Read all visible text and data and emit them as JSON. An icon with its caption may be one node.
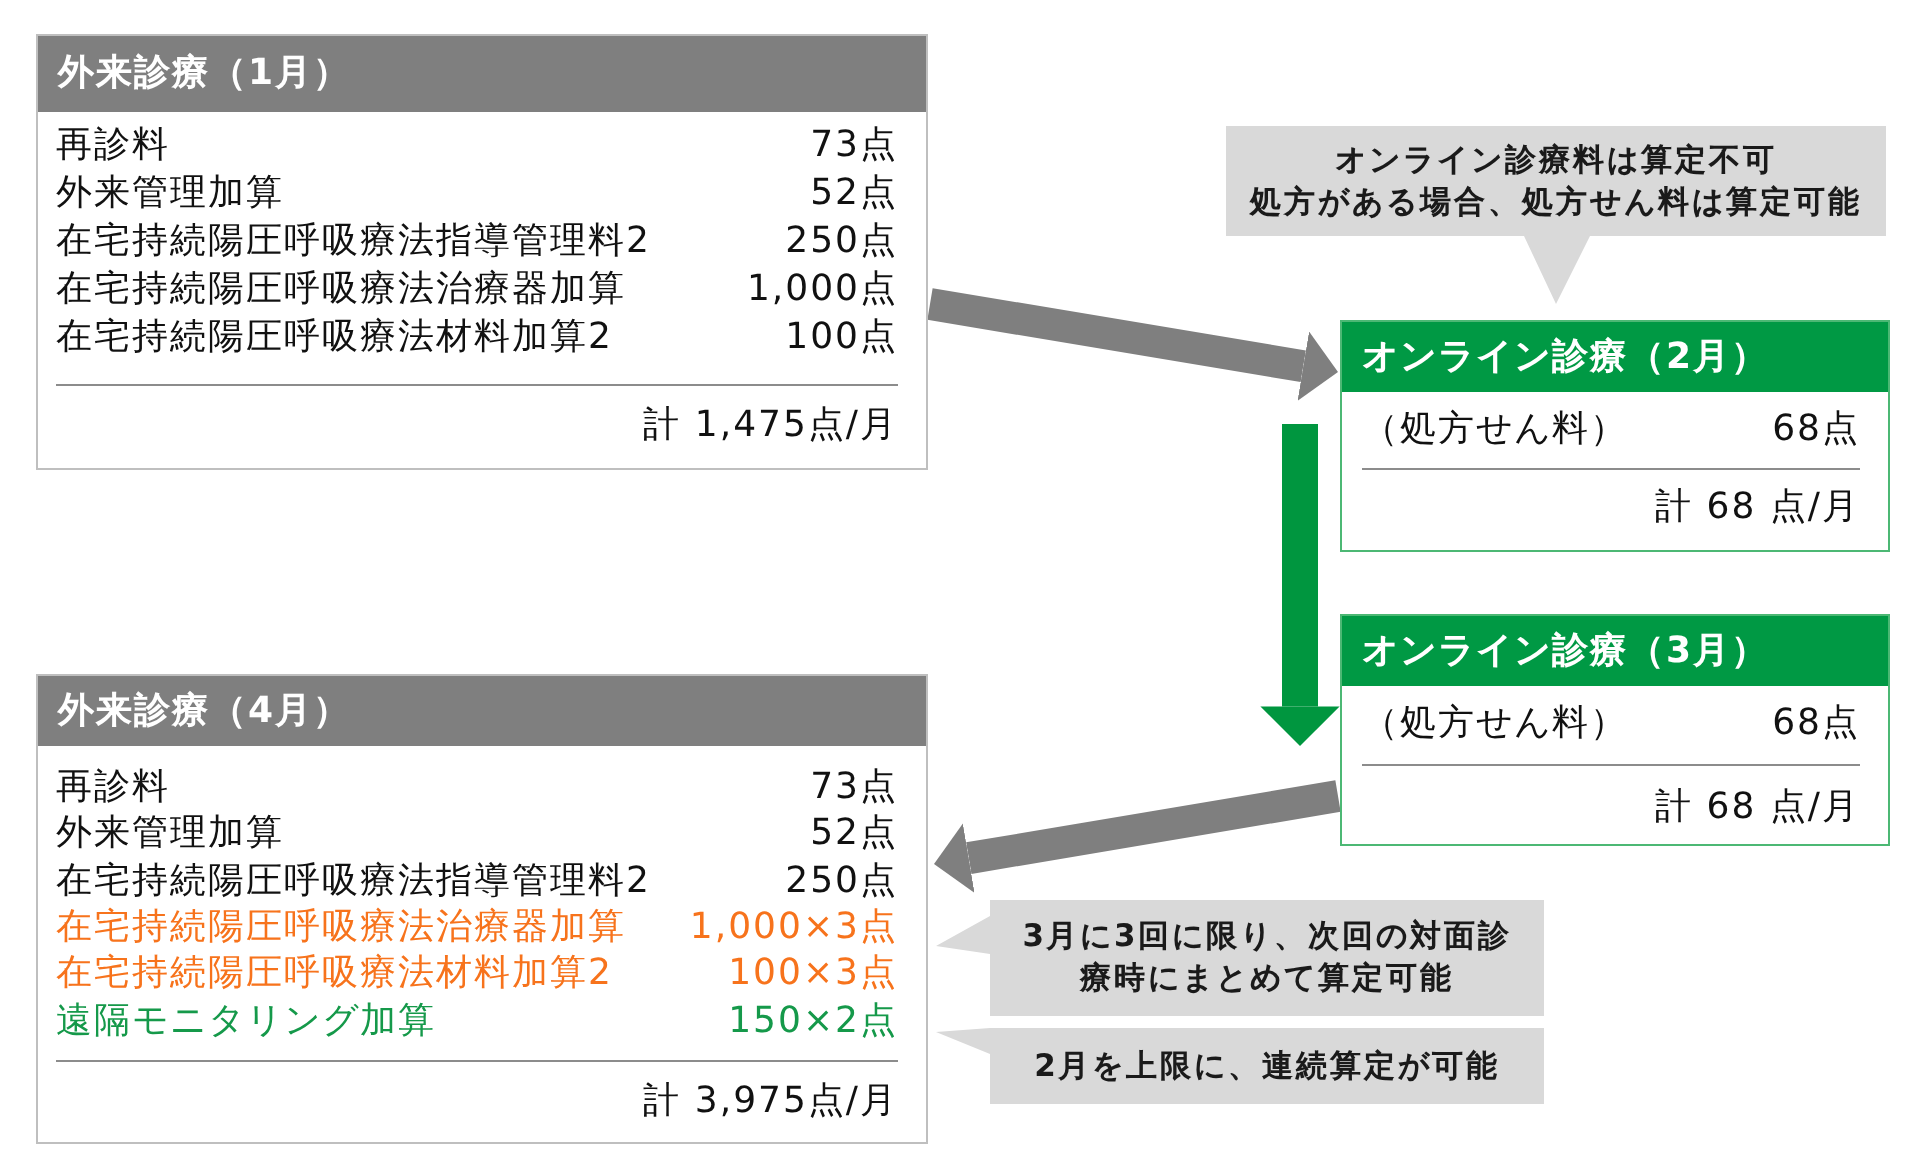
{
  "diagram": {
    "nodes": [
      {
        "text": [
          "外来診療（1月）",
          "再診料",
          "73点",
          "外来管理加算",
          "52点",
          "在宅持続陽圧呼吸療法指導管理料2",
          "250点",
          "在宅持続陽圧呼吸療法治療器加算",
          "1,000点",
          "在宅持続陽圧呼吸療法材料加算2",
          "100点",
          "計 1,475点/月"
        ]
      },
      {
        "text": [
          "オンライン診療料は算定不可",
          "処方がある場合、処方せん料は算定可能"
        ]
      },
      {
        "text": [
          "オンライン診療（2月）",
          "（処方せん料）",
          "68点",
          "計 68 点/月"
        ]
      },
      {
        "text": [
          "オンライン診療（3月）",
          "（処方せん料）",
          "68点",
          "計 68 点/月"
        ]
      },
      {
        "text": [
          "外来診療（4月）",
          "再診料",
          "73点",
          "外来管理加算",
          "52点",
          "在宅持続陽圧呼吸療法指導管理料2",
          "250点",
          "在宅持続陽圧呼吸療法治療器加算",
          "1,000×3点",
          "在宅持続陽圧呼吸療法材料加算2",
          "100×3点",
          "遠隔モニタリング加算",
          "150×2点",
          "計 3,975点/月"
        ]
      },
      {
        "text": [
          "3月に3回に限り、次回の対面診療時にまとめて算定可能"
        ]
      },
      {
        "text": [
          "2月を上限に、連続算定が可能"
        ]
      }
    ],
    "edges": [
      {
        "from": 0,
        "to": 2,
        "arrow": "to"
      },
      {
        "from": 2,
        "to": 3,
        "arrow": "to",
        "color": "#00963f"
      },
      {
        "from": 3,
        "to": 4,
        "arrow": "to"
      }
    ]
  }
}
